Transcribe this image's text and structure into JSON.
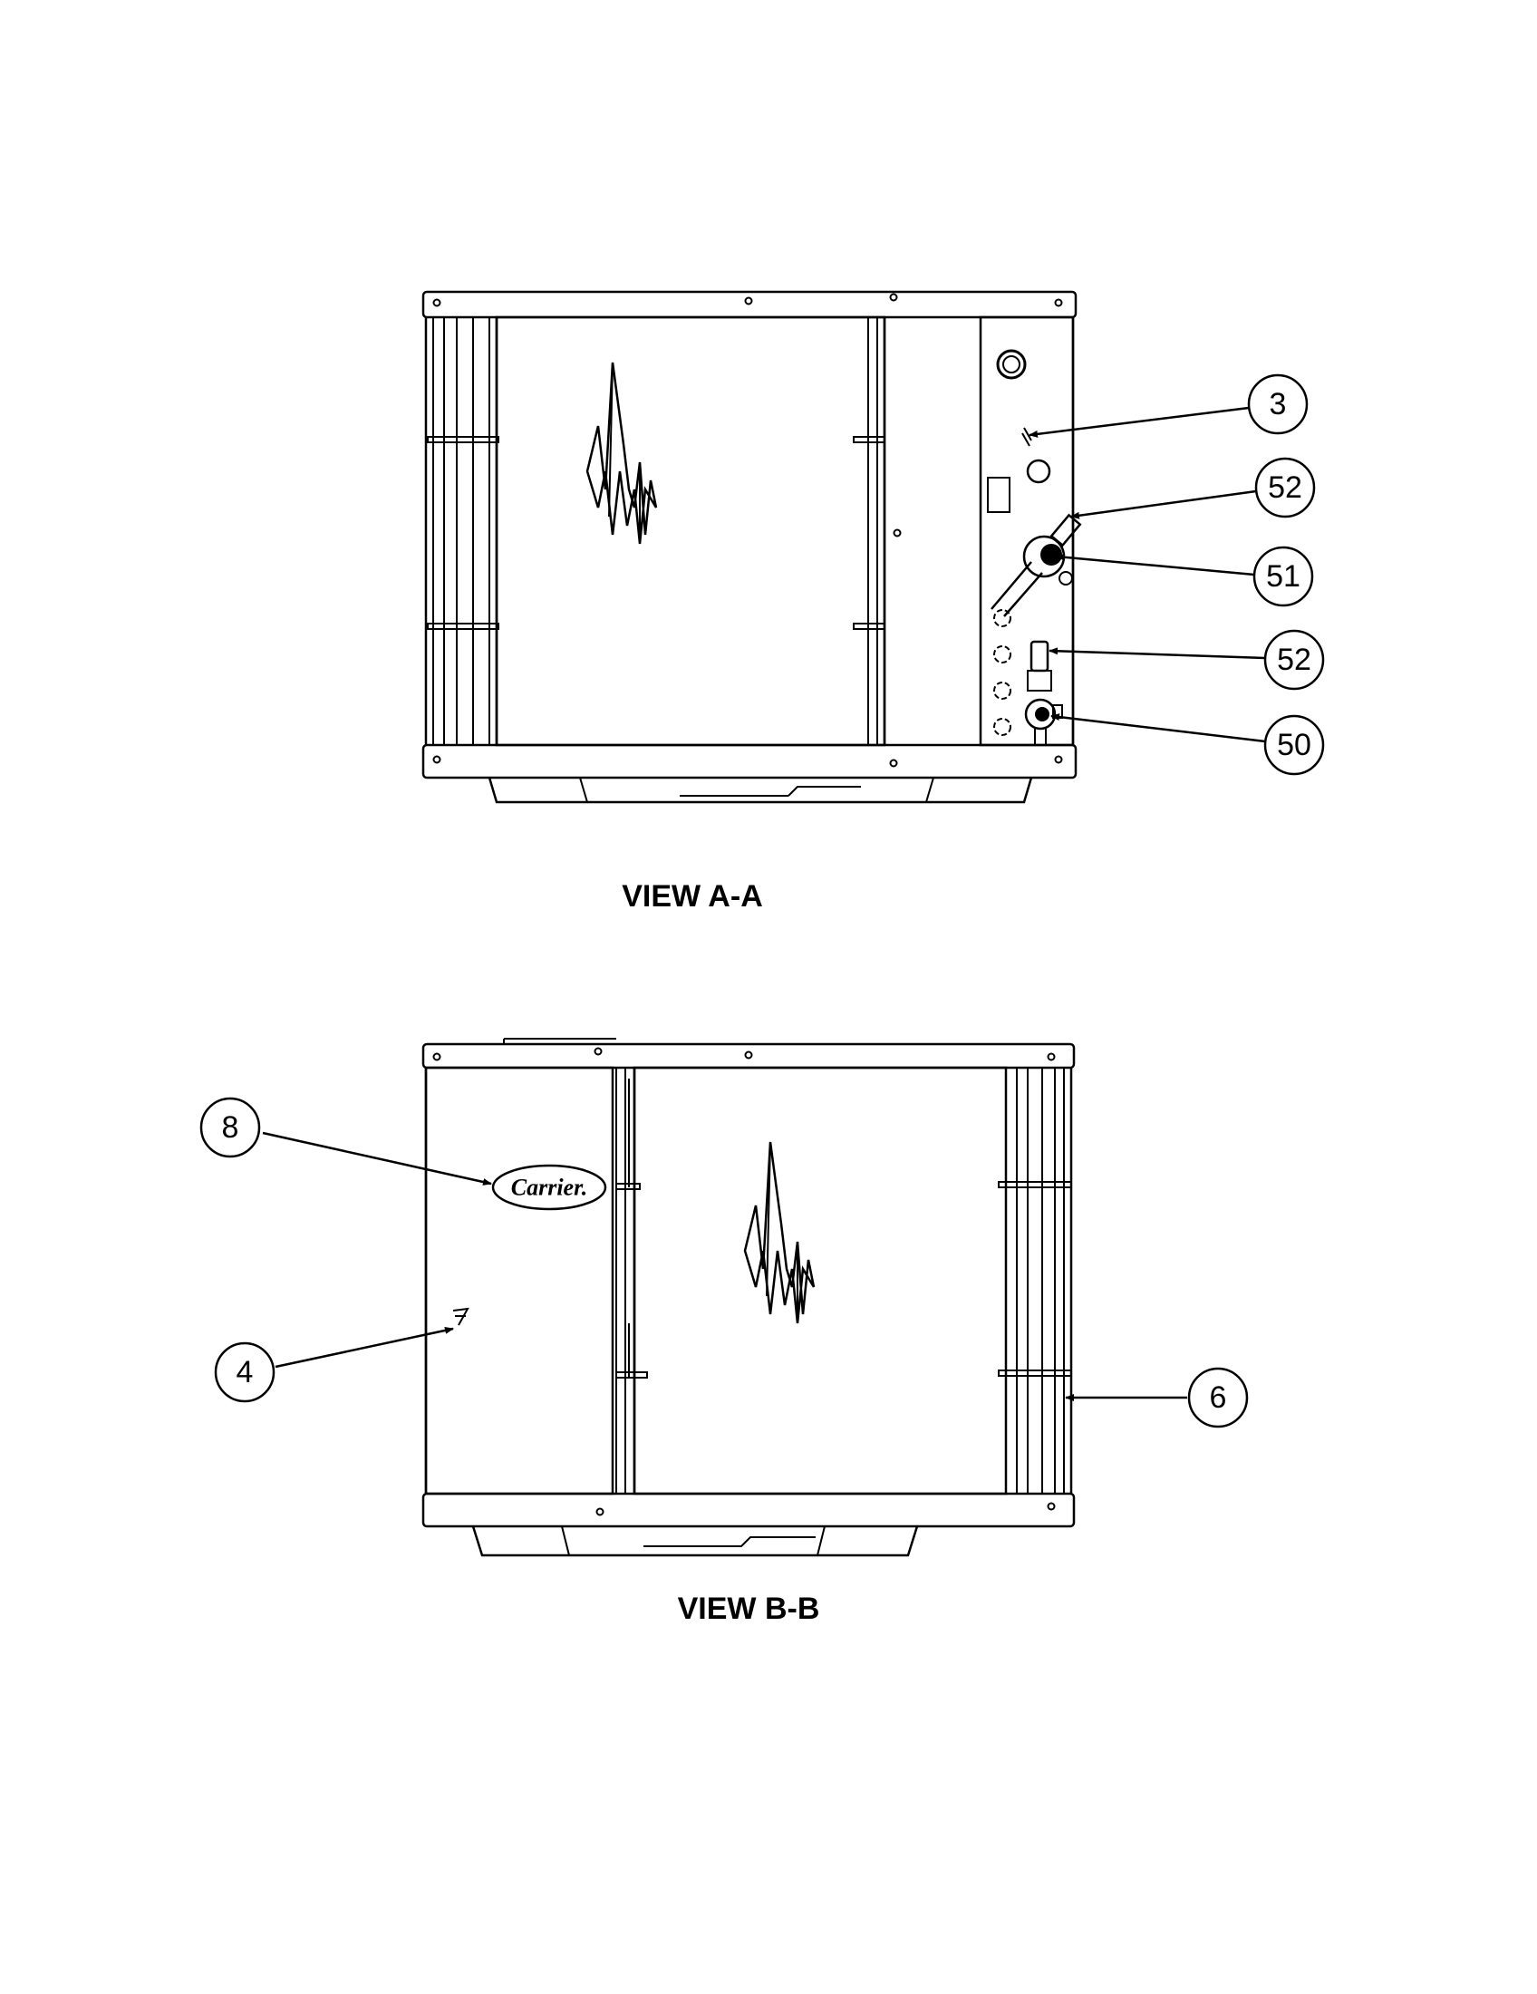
{
  "views": [
    {
      "title": "VIEW A-A",
      "callouts": [
        "3",
        "52",
        "51",
        "52",
        "50"
      ]
    },
    {
      "title": "VIEW B-B",
      "callouts": [
        "8",
        "4",
        "6"
      ],
      "logo_text": "Carrier."
    }
  ]
}
